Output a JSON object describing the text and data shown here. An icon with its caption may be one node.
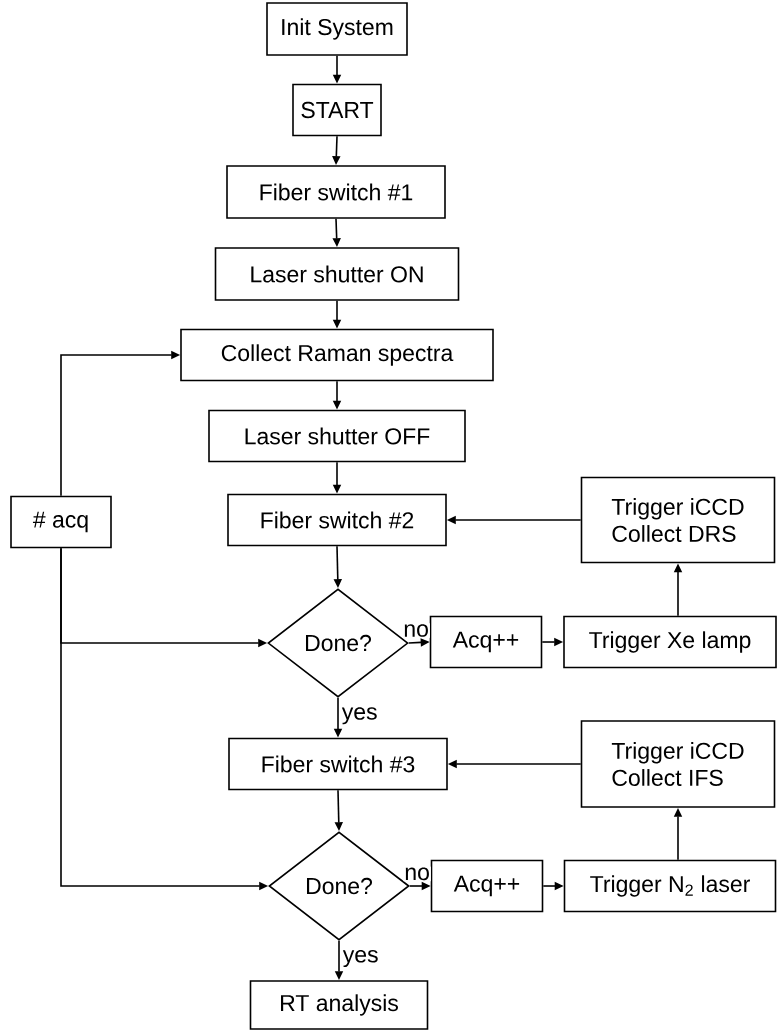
{
  "diagram": {
    "nodes": [
      {
        "text": [
          "Init System"
        ]
      },
      {
        "text": [
          "START"
        ]
      },
      {
        "text": [
          "Fiber switch #1"
        ]
      },
      {
        "text": [
          "Laser shutter ON"
        ]
      },
      {
        "text": [
          "Collect Raman spectra"
        ]
      },
      {
        "text": [
          "Laser shutter OFF"
        ]
      },
      {
        "text": [
          "# acq"
        ]
      },
      {
        "text": [
          "Fiber switch #2"
        ]
      },
      {
        "text": [
          "Trigger iCCD",
          "Collect DRS"
        ]
      },
      {
        "text": [
          "Done?"
        ]
      },
      {
        "text": [
          "Acq++"
        ]
      },
      {
        "text": [
          "Trigger Xe lamp"
        ]
      },
      {
        "text": [
          "Fiber switch #3"
        ]
      },
      {
        "text": [
          "Trigger iCCD",
          "Collect IFS"
        ]
      },
      {
        "text": [
          "Done?"
        ]
      },
      {
        "text": [
          "Acq++"
        ]
      },
      {
        "text": [
          "Trigger N$_{2}$ laser"
        ]
      },
      {
        "text": [
          "RT analysis"
        ]
      }
    ],
    "edges": [
      {
        "from": 0,
        "to": 1,
        "arrow": "to"
      },
      {
        "from": 1,
        "to": 2,
        "arrow": "to"
      },
      {
        "from": 2,
        "to": 3,
        "arrow": "to"
      },
      {
        "from": 3,
        "to": 4,
        "arrow": "to"
      },
      {
        "from": 4,
        "to": 5,
        "arrow": "to"
      },
      {
        "from": 5,
        "to": 7,
        "arrow": "to"
      },
      {
        "from": 6,
        "to": 4,
        "arrow": "to"
      },
      {
        "from": 6,
        "to": 9,
        "arrow": "to"
      },
      {
        "from": 6,
        "to": 14,
        "arrow": "to"
      },
      {
        "from": 7,
        "to": 9,
        "arrow": "to"
      },
      {
        "from": 9,
        "to": 10,
        "label": "no",
        "arrow": "to"
      },
      {
        "from": 10,
        "to": 11,
        "arrow": "to"
      },
      {
        "from": 11,
        "to": 8,
        "arrow": "to"
      },
      {
        "from": 8,
        "to": 7,
        "arrow": "to"
      },
      {
        "from": 9,
        "to": 12,
        "label": "yes",
        "arrow": "to"
      },
      {
        "from": 12,
        "to": 14,
        "arrow": "to"
      },
      {
        "from": 14,
        "to": 15,
        "label": "no",
        "arrow": "to"
      },
      {
        "from": 15,
        "to": 16,
        "arrow": "to"
      },
      {
        "from": 16,
        "to": 13,
        "arrow": "to"
      },
      {
        "from": 13,
        "to": 12,
        "arrow": "to"
      },
      {
        "from": 14,
        "to": 17,
        "label": "yes",
        "arrow": "to"
      }
    ]
  }
}
